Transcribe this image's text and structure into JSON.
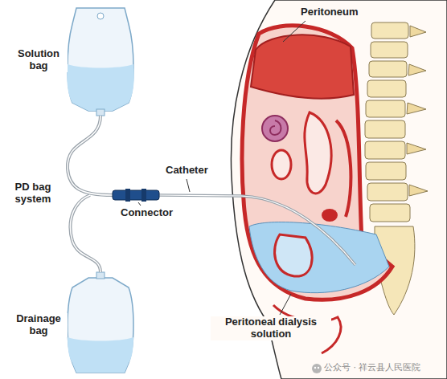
{
  "diagram": {
    "labels": [
      "Peritoneum",
      "Solution bag",
      "Catheter",
      "PD bag system",
      "Connector",
      "Drainage bag",
      "Peritoneal dialysis solution",
      "公众号 · 祥云县人民医院"
    ]
  }
}
